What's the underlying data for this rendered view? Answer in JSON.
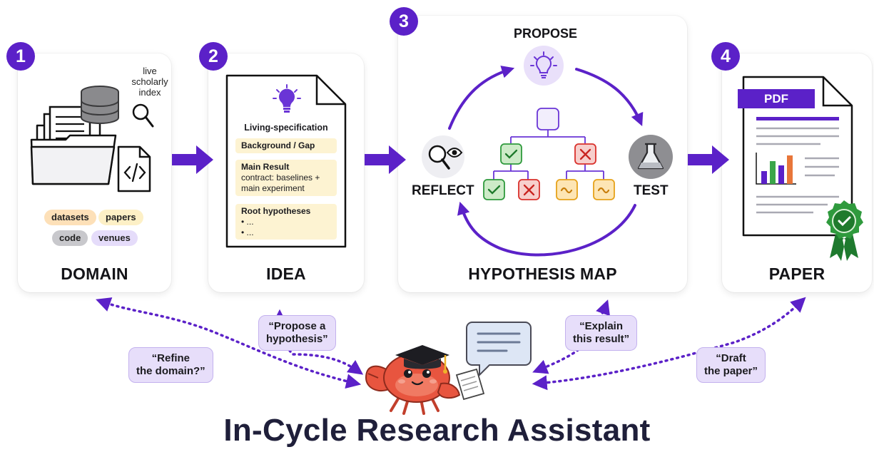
{
  "title": "In-Cycle Research Assistant",
  "stages": [
    {
      "number": "1",
      "title": "DOMAIN"
    },
    {
      "number": "2",
      "title": "IDEA"
    },
    {
      "number": "3",
      "title": "HYPOTHESIS MAP"
    },
    {
      "number": "4",
      "title": "PAPER"
    }
  ],
  "domain": {
    "index_label_line1": "live",
    "index_label_line2": "scholarly",
    "index_label_line3": "index",
    "chips": [
      "datasets",
      "papers",
      "code",
      "venues"
    ]
  },
  "idea": {
    "spec_title": "Living-specification",
    "box1": "Background / Gap",
    "box2_title": "Main Result",
    "box2_line1": "contract: baselines +",
    "box2_line2": "main experiment",
    "box3_title": "Root hypotheses",
    "bullet1": "• ...",
    "bullet2": "• ..."
  },
  "cycle": {
    "propose": "PROPOSE",
    "reflect": "REFLECT",
    "test": "TEST"
  },
  "paper": {
    "pdf_label": "PDF"
  },
  "bubbles": {
    "refine_line1": "“Refine",
    "refine_line2": "the domain?”",
    "propose_line1": "“Propose a",
    "propose_line2": "hypothesis”",
    "explain_line1": "“Explain",
    "explain_line2": "this result”",
    "draft_line1": "“Draft",
    "draft_line2": "the paper”"
  },
  "colors": {
    "accent": "#5b21c8",
    "bubble": "#e7defa",
    "spec_box": "#fdf3d2",
    "success": "#2f9a3d",
    "fail": "#d9302b",
    "pending": "#e6a21a",
    "lobster": "#e8553f"
  },
  "icons": [
    "database-icon",
    "folder-icon",
    "magnifier-icon",
    "code-file-icon",
    "lightbulb-icon",
    "eye-magnifier-icon",
    "flask-icon",
    "check-icon",
    "x-icon",
    "tilde-icon",
    "certificate-seal-icon",
    "lobster-mascot-icon",
    "chat-bubble-icon"
  ]
}
